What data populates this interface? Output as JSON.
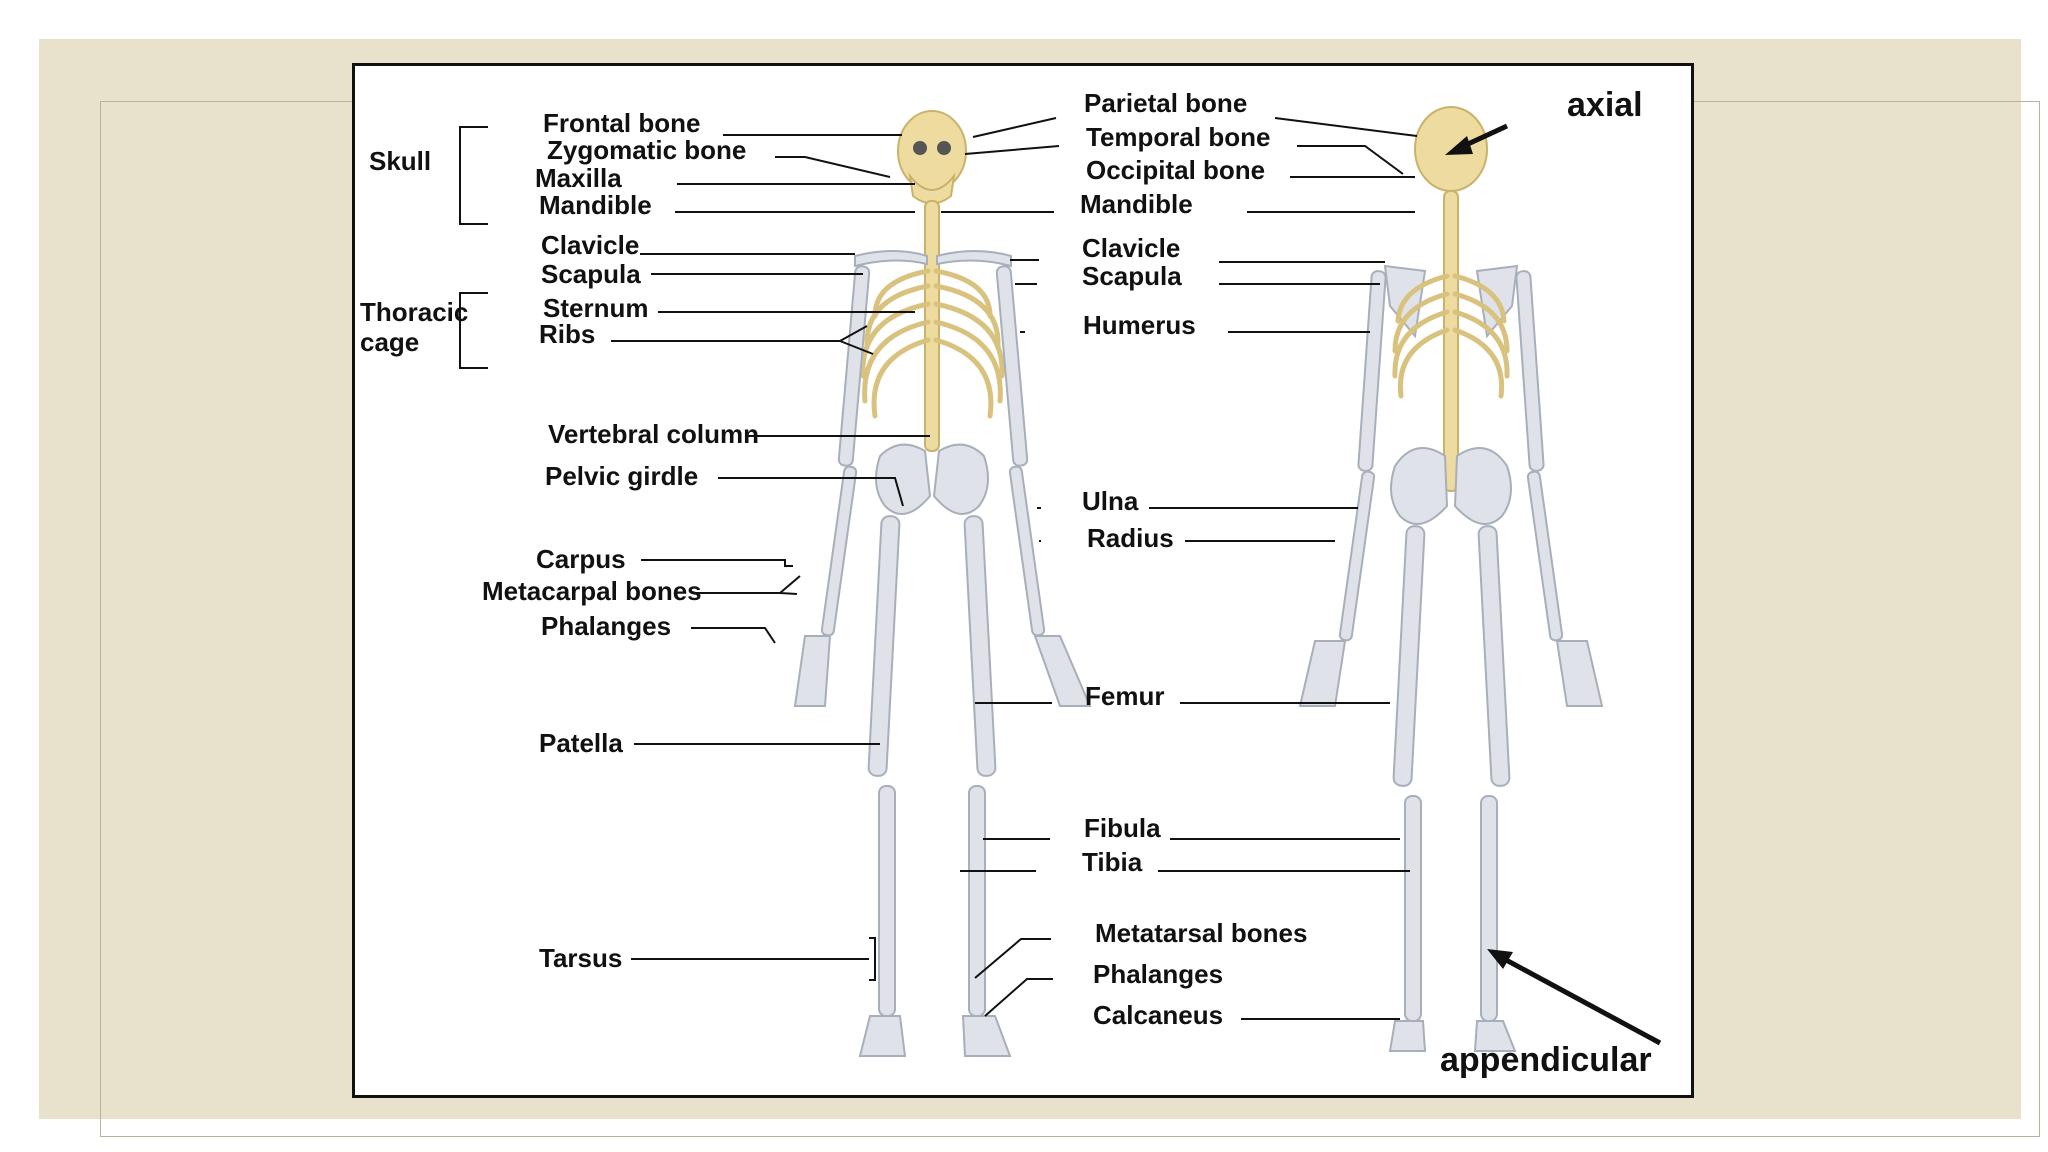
{
  "diagram": {
    "left_labels": {
      "skull": "Skull",
      "thoracic_cage": [
        "Thoracic",
        "cage"
      ],
      "frontal_bone": "Frontal bone",
      "zygomatic_bone": "Zygomatic bone",
      "maxilla": "Maxilla",
      "mandible": "Mandible",
      "clavicle": "Clavicle",
      "scapula": "Scapula",
      "sternum": "Sternum",
      "ribs": "Ribs",
      "vertebral_column": "Vertebral column",
      "pelvic_girdle": "Pelvic girdle",
      "carpus": "Carpus",
      "metacarpal_bones": "Metacarpal bones",
      "phalanges": "Phalanges",
      "patella": "Patella",
      "tarsus": "Tarsus"
    },
    "middle_labels": {
      "parietal_bone": "Parietal bone",
      "temporal_bone": "Temporal bone",
      "occipital_bone": "Occipital bone",
      "mandible": "Mandible",
      "clavicle": "Clavicle",
      "scapula": "Scapula",
      "humerus": "Humerus",
      "ulna": "Ulna",
      "radius": "Radius",
      "femur": "Femur",
      "fibula": "Fibula",
      "tibia": "Tibia",
      "metatarsal_bones": "Metatarsal bones",
      "phalanges": "Phalanges",
      "calcaneus": "Calcaneus"
    },
    "callouts": {
      "axial": "axial",
      "appendicular": "appendicular"
    },
    "colors": {
      "axial_bone": "#eedba0",
      "appendicular_bone": "#dfe3e9",
      "page_background": "#e8e2cd"
    }
  }
}
